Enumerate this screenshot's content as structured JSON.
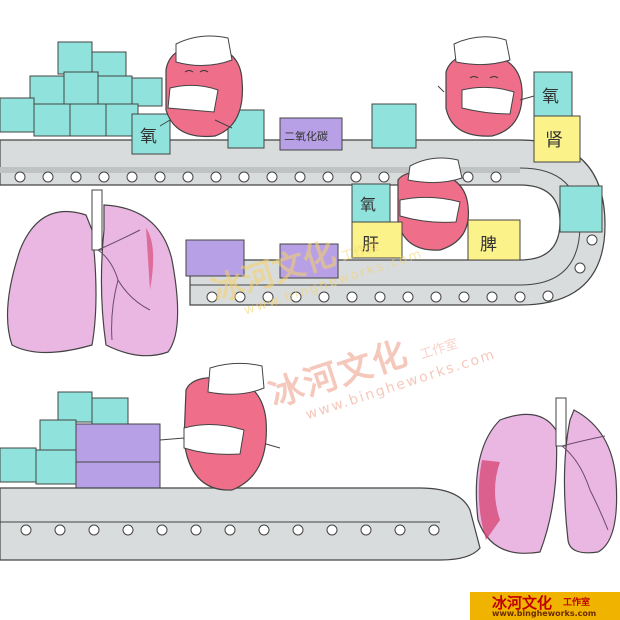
{
  "labels": {
    "oxygen": "氧",
    "co2": "二氧化碳",
    "kidney": "肾",
    "liver": "肝",
    "spleen": "脾"
  },
  "watermark": {
    "brand": "冰河文化",
    "suffix": "工作室",
    "url": "www.bingheworks.com"
  },
  "colors": {
    "cyan_box": "#8fe3dc",
    "purple_box": "#b7a0e6",
    "yellow_box": "#fbf28a",
    "lung": "#eab7e3",
    "character": "#ef6f8a",
    "belt": "#d9dcdc",
    "logo_bg": "#f0b400"
  }
}
